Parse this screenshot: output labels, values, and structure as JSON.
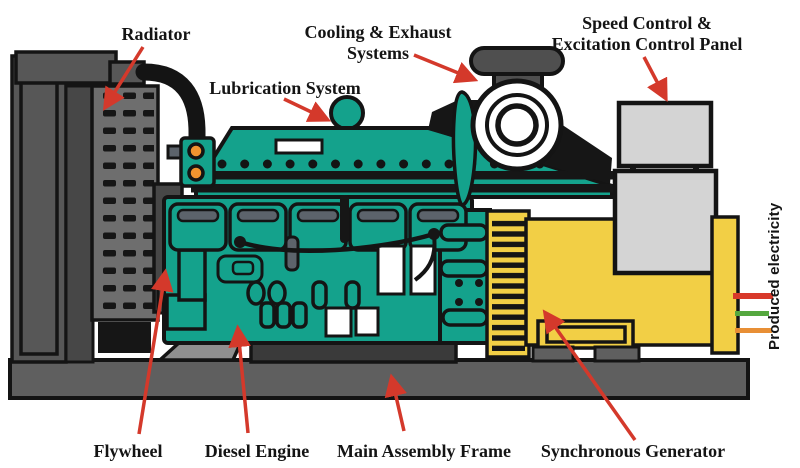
{
  "labels": {
    "radiator": "Radiator",
    "lubrication_system": "Lubrication System",
    "cooling_exhaust_line1": "Cooling & Exhaust",
    "cooling_exhaust_line2": "Systems",
    "speed_control_line1": "Speed Control &",
    "speed_control_line2": "Excitation Control Panel",
    "flywheel": "Flywheel",
    "diesel_engine": "Diesel Engine",
    "main_assembly_frame": "Main Assembly Frame",
    "synchronous_generator": "Synchronous Generator",
    "produced_electricity": "Produced electricity"
  },
  "colors": {
    "engine_teal": "#14a28c",
    "generator_yellow": "#f2cf45",
    "panel_gray": "#d4d4d4",
    "frame_gray": "#5f5f5f",
    "metal_gray": "#575757",
    "core_gray": "#6e6e6e",
    "dark_gray": "#474747",
    "pan_gray": "#3a3a3a",
    "ramp_gray": "#8f8f8f",
    "slot_gray": "#5c636b",
    "arrow_red": "#d4392b",
    "accent_orange": "#f0932f",
    "wire_red": "#d8392a",
    "wire_green": "#55a83f",
    "wire_orange": "#e88f35"
  }
}
